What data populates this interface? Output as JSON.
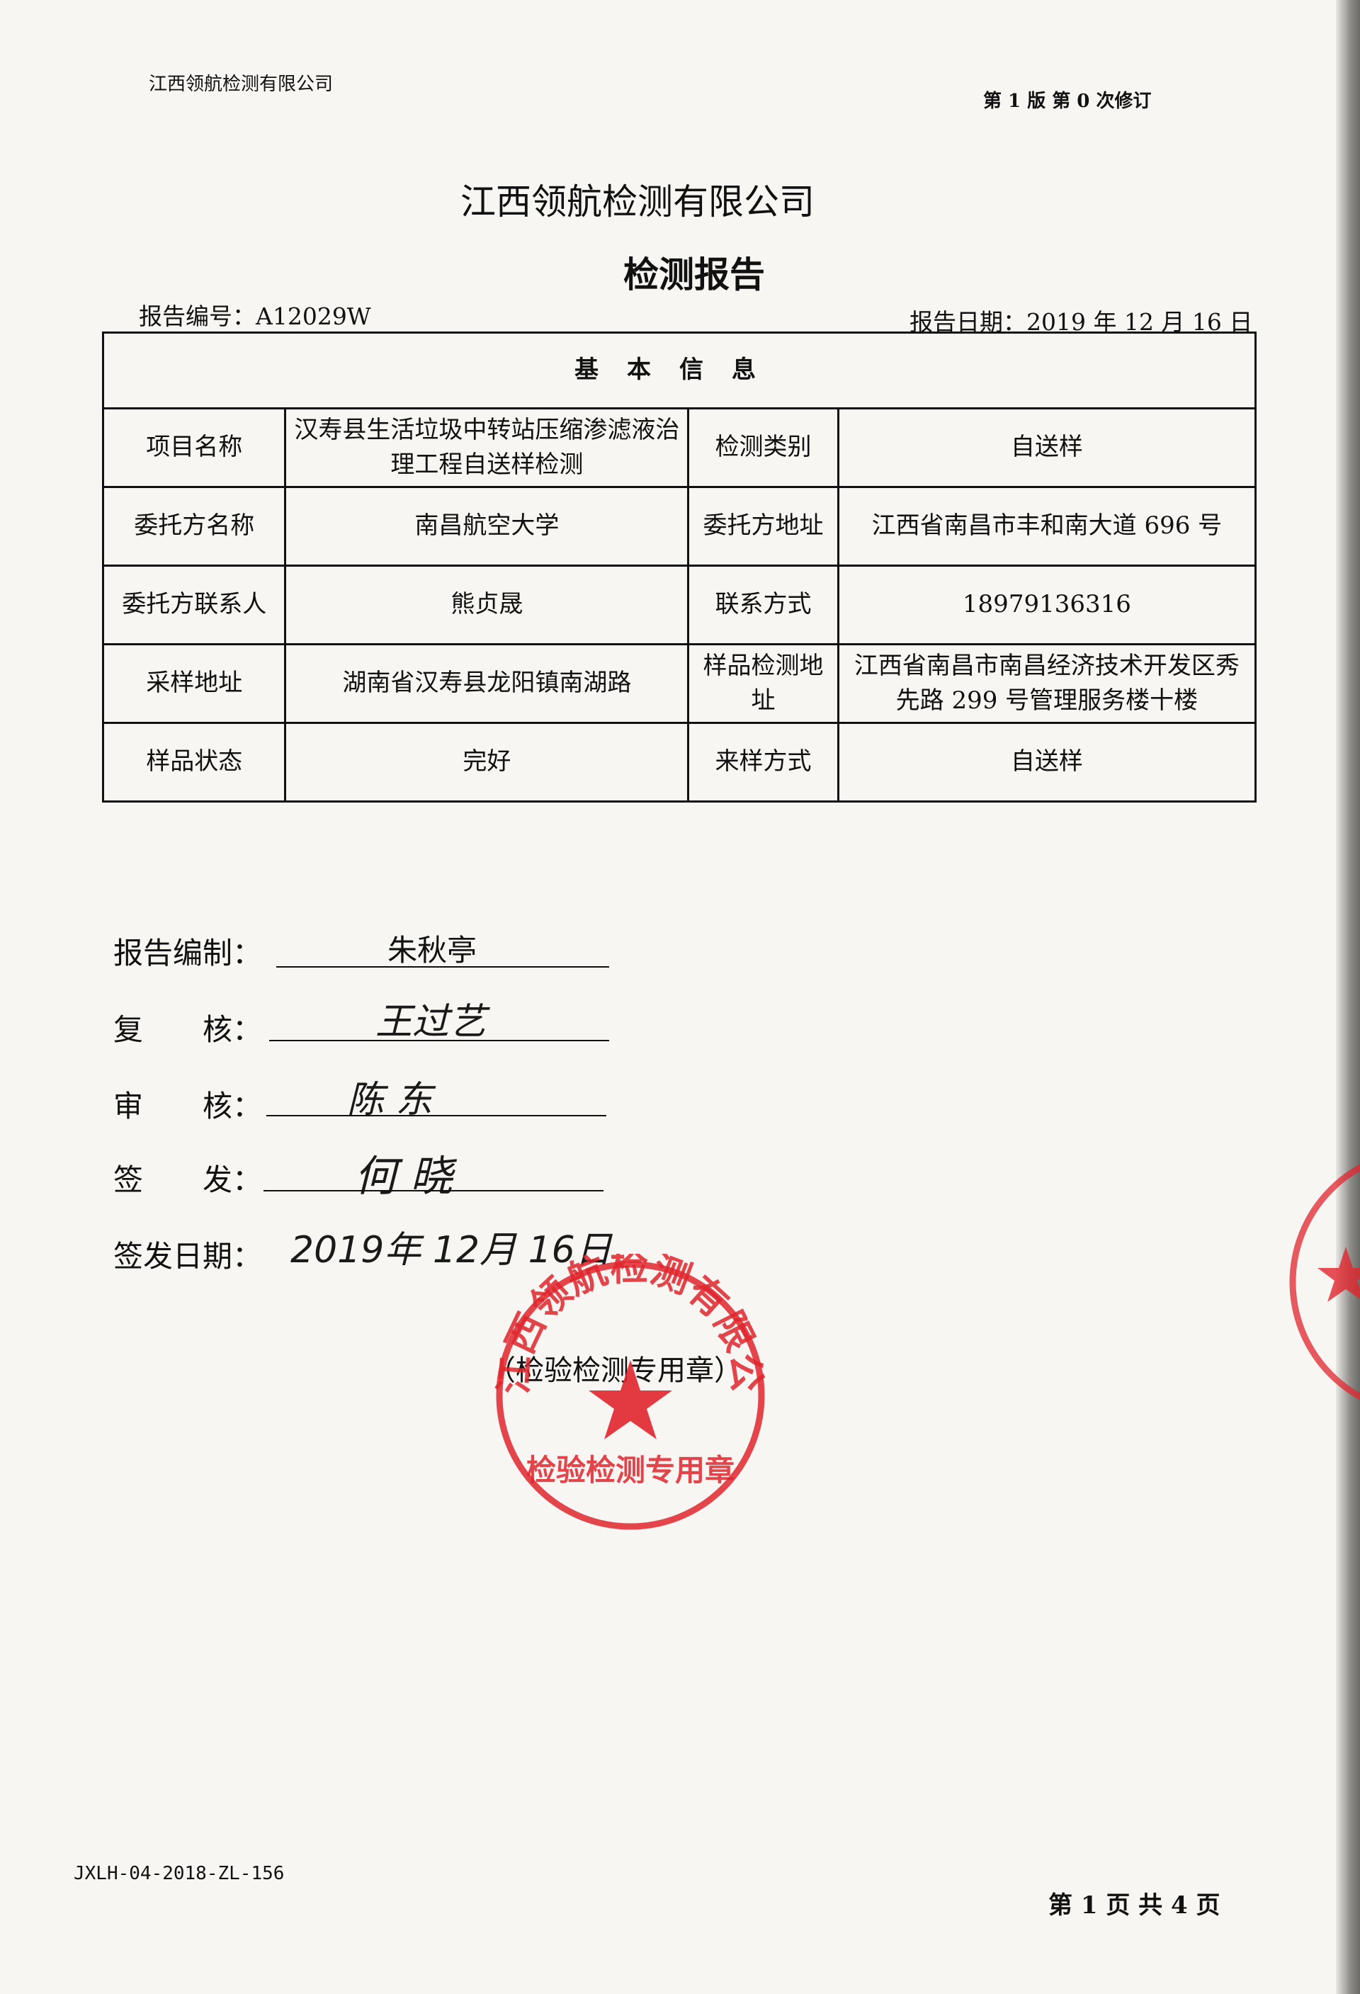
{
  "header": {
    "company_small": "江西领航检测有限公司",
    "version": "第 1 版 第 0 次修订"
  },
  "title": {
    "company": "江西领航检测有限公司",
    "report": "检测报告"
  },
  "meta": {
    "report_no": "报告编号：A12029W",
    "report_date": "报告日期：2019 年 12 月 16 日"
  },
  "table": {
    "section_title": "基本信息",
    "rows": [
      {
        "l1": "项目名称",
        "v1": "汉寿县生活垃圾中转站压缩渗滤液治理工程自送样检测",
        "l2": "检测类别",
        "v2": "自送样"
      },
      {
        "l1": "委托方名称",
        "v1": "南昌航空大学",
        "l2": "委托方地址",
        "v2": "江西省南昌市丰和南大道 696 号"
      },
      {
        "l1": "委托方联系人",
        "v1": "熊贞晟",
        "l2": "联系方式",
        "v2": "18979136316"
      },
      {
        "l1": "采样地址",
        "v1": "湖南省汉寿县龙阳镇南湖路",
        "l2": "样品检测地址",
        "v2": "江西省南昌市南昌经济技术开发区秀先路 299 号管理服务楼十楼"
      },
      {
        "l1": "样品状态",
        "v1": "完好",
        "l2": "来样方式",
        "v2": "自送样"
      }
    ]
  },
  "signatures": {
    "prepared_label": "报告编制：",
    "prepared_value": "朱秋亭",
    "reviewed_label": "复　　核：",
    "reviewed_value": "王过艺",
    "audited_label": "审　　核：",
    "audited_value": "陈 东",
    "issued_label": "签　　发：",
    "issued_value": "何 晓",
    "date_label": "签发日期：",
    "date_value": "2019年 12月 16日"
  },
  "stamp": {
    "caption": "（检验检测专用章）",
    "ring_text": "江西领航检测有限公司",
    "inner_text": "检验检测专用章",
    "color": "#e0262d"
  },
  "footer": {
    "doc_code": "JXLH-04-2018-ZL-156",
    "page": "第 1 页 共 4 页"
  }
}
